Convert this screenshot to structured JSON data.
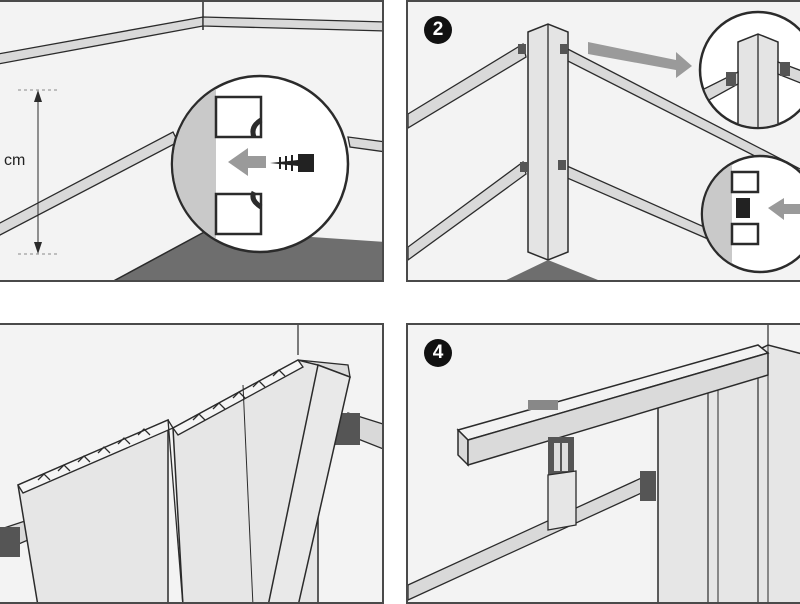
{
  "panels": [
    {
      "id": "panel-1",
      "step": "",
      "measure_label": "cm"
    },
    {
      "id": "panel-2",
      "step": "2"
    },
    {
      "id": "panel-3",
      "step": ""
    },
    {
      "id": "panel-4",
      "step": "4"
    }
  ],
  "colors": {
    "line": "#2b2b2b",
    "rail_fill": "#d9d9d9",
    "floor": "#6e6e6e",
    "zoom_bg": "#ffffff",
    "arrow": "#9a9a9a"
  },
  "icons": [
    "screw-icon",
    "arrow-icon",
    "clip-icon"
  ]
}
